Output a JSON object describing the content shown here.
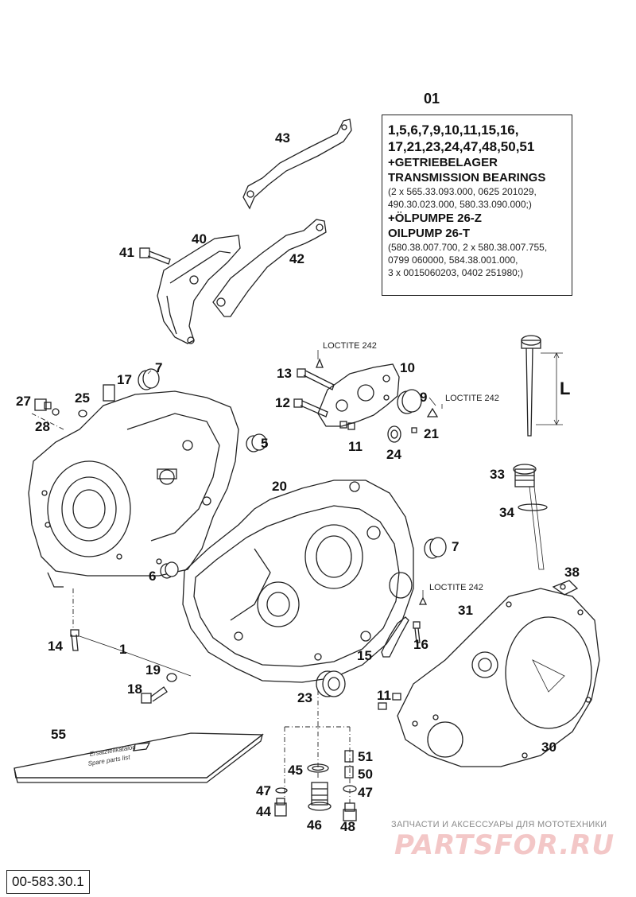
{
  "kit": {
    "number": "01",
    "lines": [
      {
        "text": "1,5,6,7,9,10,11,15,16,",
        "style": "big"
      },
      {
        "text": "17,21,23,24,47,48,50,51",
        "style": "big"
      },
      {
        "text": "+GETRIEBELAGER",
        "style": "mid"
      },
      {
        "text": "TRANSMISSION BEARINGS",
        "style": "mid"
      },
      {
        "text": "(2 x 565.33.093.000, 0625 201029,",
        "style": "small"
      },
      {
        "text": "490.30.023.000, 580.33.090.000;)",
        "style": "small"
      },
      {
        "text": "+ÖLPUMPE 26-Z",
        "style": "mid"
      },
      {
        "text": "OILPUMP 26-T",
        "style": "mid"
      },
      {
        "text": "(580.38.007.700, 2 x 580.38.007.755,",
        "style": "small"
      },
      {
        "text": "0799 060000, 584.38.001.000,",
        "style": "small"
      },
      {
        "text": "3 x 0015060203, 0402 251980;)",
        "style": "small"
      }
    ]
  },
  "labels": {
    "p43": "43",
    "p40": "40",
    "p41": "41",
    "p42": "42",
    "p7a": "7",
    "p17": "17",
    "p27": "27",
    "p25": "25",
    "p28": "28",
    "p5": "5",
    "p13": "13",
    "p10": "10",
    "p12": "12",
    "p9": "9",
    "p11a": "11",
    "p24": "24",
    "p21": "21",
    "p33": "33",
    "p34": "34",
    "p20": "20",
    "p7b": "7",
    "p6": "6",
    "p38": "38",
    "p31": "31",
    "p16": "16",
    "p14": "14",
    "p1": "1",
    "p15": "15",
    "p19": "19",
    "p18": "18",
    "p23": "23",
    "p11b": "11",
    "p55": "55",
    "p30": "30",
    "p51": "51",
    "p45": "45",
    "p50": "50",
    "p47a": "47",
    "p47b": "47",
    "p44": "44",
    "p46": "46",
    "p48": "48",
    "dipstick_dim": "L"
  },
  "loctite": {
    "a": "LOCTITE 242",
    "b": "LOCTITE 242",
    "c": "LOCTITE 242"
  },
  "manual": {
    "line1": "Ersatzteilkatalog",
    "line2": "Spare parts list"
  },
  "doc_id": "00-583.30.1",
  "watermark": {
    "tagline": "ЗАПЧАСТИ И АКСЕССУАРЫ ДЛЯ МОТОТЕХНИКИ",
    "logo": "PARTSFOR.RU"
  }
}
